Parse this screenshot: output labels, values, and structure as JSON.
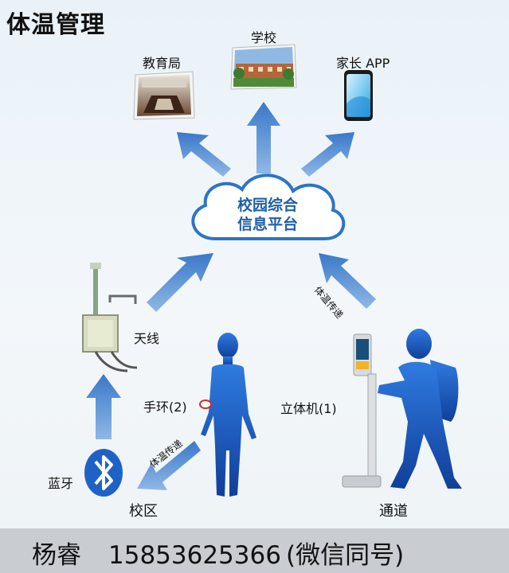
{
  "title": "体温管理",
  "targets": {
    "bureau": "教育局",
    "school": "学校",
    "parent_app": "家长 APP"
  },
  "platform": {
    "line1": "校园综合",
    "line2": "信息平台"
  },
  "devices": {
    "antenna": "天线",
    "wristband": "手环(2)",
    "kiosk": "立体机(1)",
    "bluetooth": "蓝牙"
  },
  "transfer_label": "体温传递",
  "zones": {
    "campus": "校区",
    "passage": "通道"
  },
  "contact": {
    "name": "杨睿",
    "phone": "15853625366",
    "note": "(微信同号)"
  },
  "colors": {
    "arrow": "#3f7fd0",
    "figure": "#1f62c7",
    "cloud": "#2d74c4"
  }
}
